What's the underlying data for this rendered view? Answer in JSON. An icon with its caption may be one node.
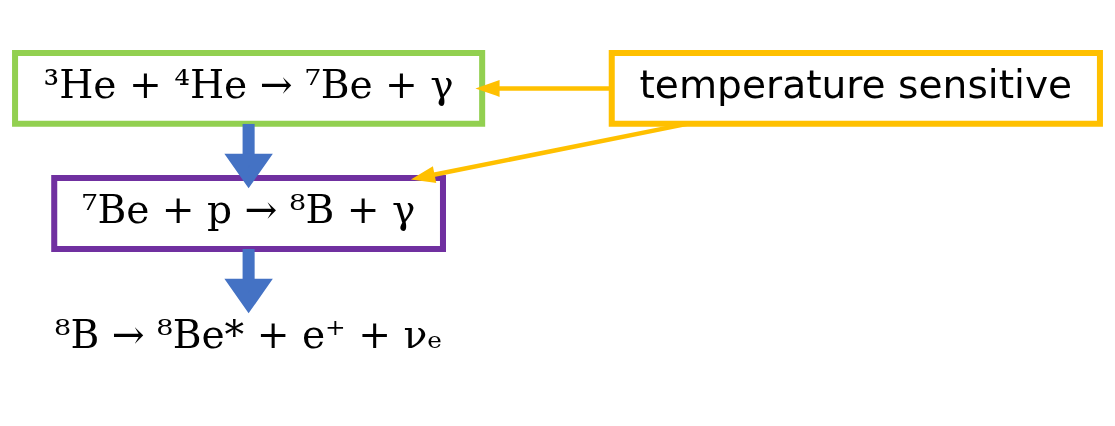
{
  "diagram": {
    "nodes": [
      {
        "text": [
          "³He + ⁴He → ⁷Be + γ"
        ]
      },
      {
        "text": [
          "⁷Be + p → ⁸B + γ"
        ]
      },
      {
        "text": [
          "⁸B → ⁸Be* + e⁺ + νₑ"
        ]
      },
      {
        "text": [
          "temperature sensitive"
        ]
      }
    ],
    "edges": [
      {
        "from": 0,
        "to": 1,
        "arrow": "to",
        "style": "thick",
        "color": "#4472c4"
      },
      {
        "from": 1,
        "to": 2,
        "arrow": "to",
        "style": "thick",
        "color": "#4472c4"
      },
      {
        "from": 3,
        "to": 0,
        "arrow": "to",
        "color": "#ffc000"
      },
      {
        "from": 3,
        "to": 1,
        "arrow": "to",
        "color": "#ffc000"
      }
    ]
  }
}
